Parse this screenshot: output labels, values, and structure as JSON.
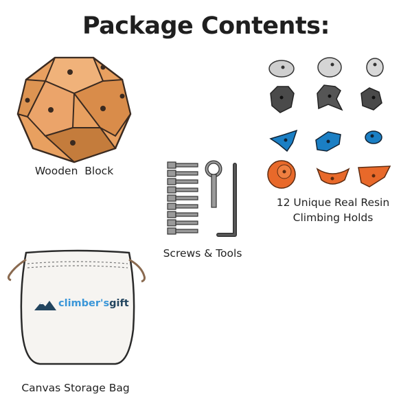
{
  "title": "Package Contents:",
  "items": {
    "block": {
      "label": "Wooden  Block"
    },
    "tools": {
      "label": "Screws & Tools"
    },
    "holds": {
      "label_line1": "12 Unique Real Resin",
      "label_line2": "Climbing Holds"
    },
    "bag": {
      "label": "Canvas Storage Bag",
      "logo_text_part1": "climber's",
      "logo_text_part2": "gift"
    }
  },
  "colors": {
    "wood": "#e8a060",
    "wood_dark": "#c47c3c",
    "outline": "#3a2a20",
    "hold_white": "#cfcfcf",
    "hold_black": "#4a4a4a",
    "hold_blue": "#1b7fc4",
    "hold_orange": "#e8692a",
    "logo_dark": "#23455f",
    "logo_blue": "#3a96d8"
  }
}
